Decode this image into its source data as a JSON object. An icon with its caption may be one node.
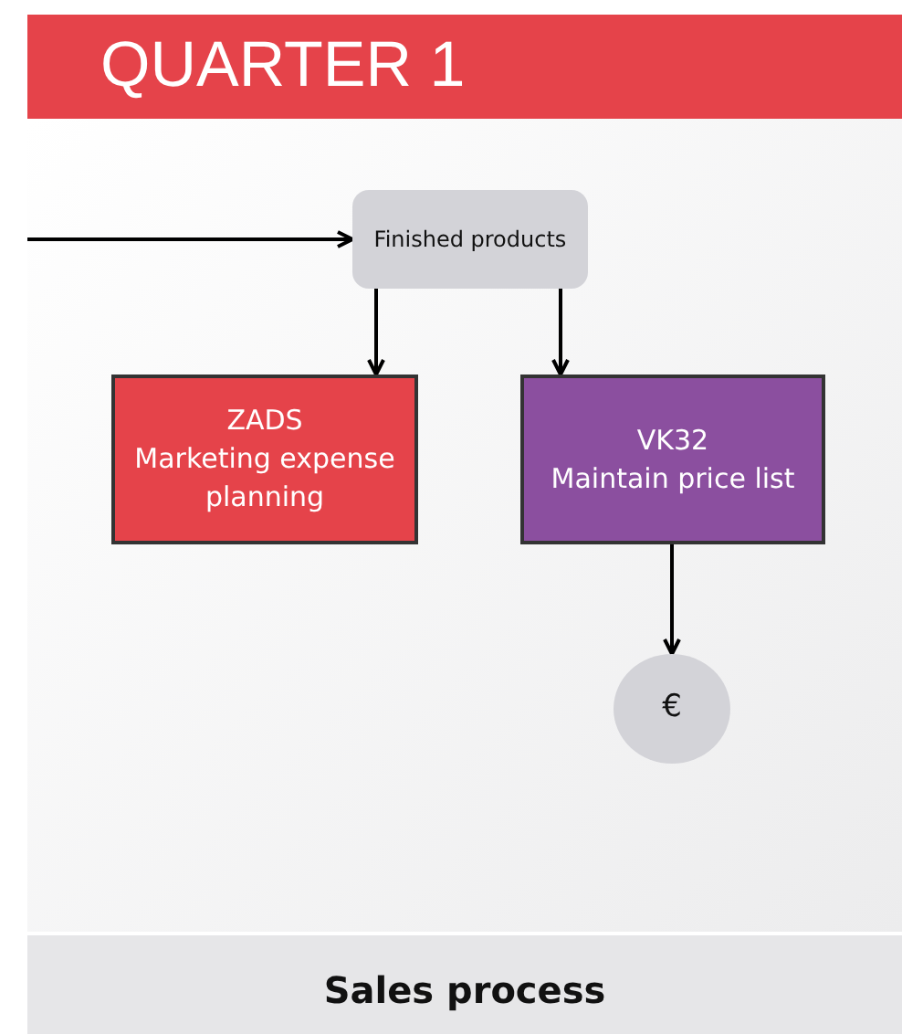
{
  "diagram": {
    "title": "QUARTER 1",
    "caption": "Sales process",
    "nodes": [
      {
        "text": [
          "Finished products"
        ]
      },
      {
        "text": [
          "ZADS",
          "Marketing expense planning"
        ]
      },
      {
        "text": [
          "VK32",
          "Maintain price list"
        ]
      },
      {
        "text": [
          "€"
        ]
      }
    ],
    "edges": [
      {
        "from": null,
        "to": 0,
        "arrow": "to"
      },
      {
        "from": 0,
        "to": 1,
        "arrow": "to"
      },
      {
        "from": 0,
        "to": 2,
        "arrow": "to"
      },
      {
        "from": 2,
        "to": 3,
        "arrow": "to"
      }
    ]
  }
}
